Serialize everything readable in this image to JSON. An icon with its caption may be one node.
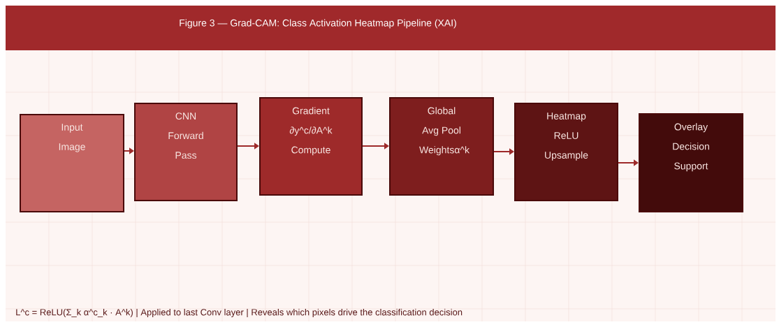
{
  "diagram": {
    "title": "Figure 3 — Grad-CAM: Class Activation Heatmap Pipeline (XAI)",
    "nodes": [
      {
        "text": [
          "Input Image"
        ]
      },
      {
        "text": [
          "CNN Forward Pass"
        ]
      },
      {
        "text": [
          "Gradient ∂y^c/∂A^k Compute"
        ]
      },
      {
        "text": [
          "Global Avg Pool Weightsα^k"
        ]
      },
      {
        "text": [
          "Heatmap ReLU Upsample"
        ]
      },
      {
        "text": [
          "Overlay Decision Support"
        ]
      }
    ],
    "edges": [
      {
        "from": 0,
        "to": 1,
        "arrow": "to"
      },
      {
        "from": 1,
        "to": 2,
        "arrow": "to"
      },
      {
        "from": 2,
        "to": 3,
        "arrow": "to"
      },
      {
        "from": 3,
        "to": 4,
        "arrow": "to"
      },
      {
        "from": 4,
        "to": 5,
        "arrow": "to"
      }
    ],
    "labels": [
      "L^c = ReLU(Σ_k α^c_k · A^k)  |  Applied to last Conv layer  |  Reveals which pixels drive the classification decision"
    ]
  }
}
